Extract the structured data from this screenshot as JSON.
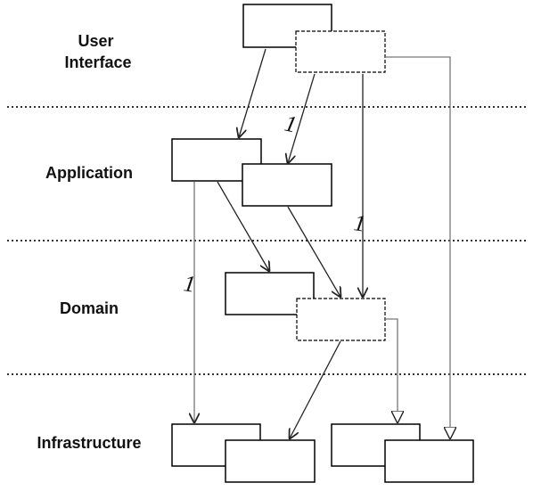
{
  "layers": [
    {
      "id": "user-interface",
      "label_lines": [
        "User",
        "Interface"
      ]
    },
    {
      "id": "application",
      "label_lines": [
        "Application"
      ]
    },
    {
      "id": "domain",
      "label_lines": [
        "Domain"
      ]
    },
    {
      "id": "infrastructure",
      "label_lines": [
        "Infrastructure"
      ]
    }
  ],
  "multiplicity_marks": [
    "1",
    "1",
    "1"
  ]
}
